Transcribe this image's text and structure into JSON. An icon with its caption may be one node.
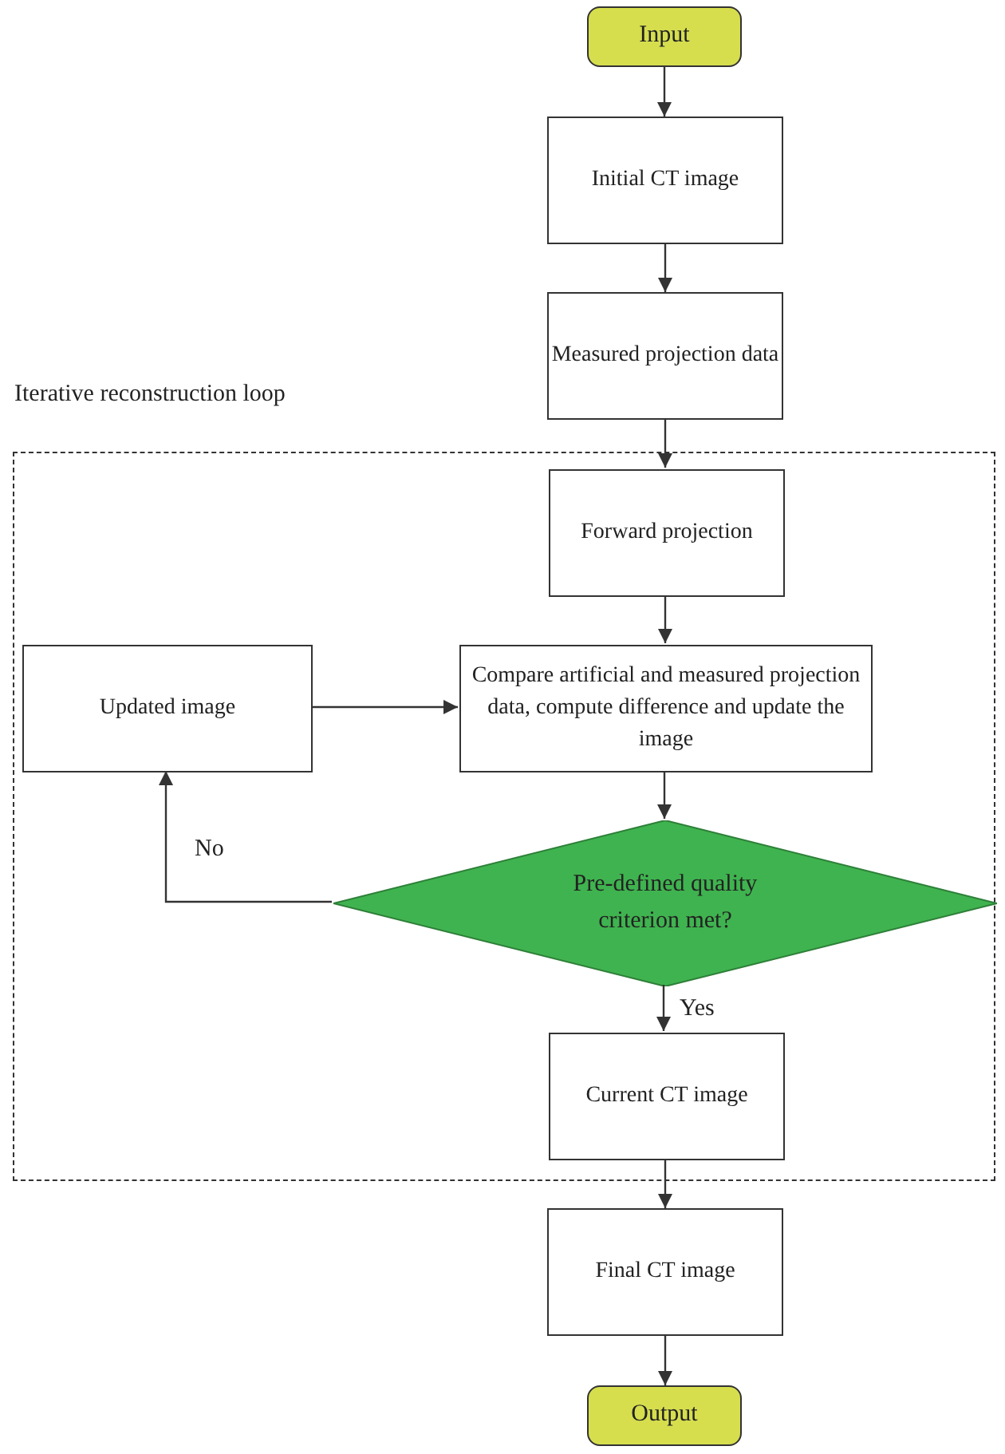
{
  "diagram": {
    "nodes": [
      {
        "text": [
          "Input"
        ]
      },
      {
        "text": [
          "Initial CT image"
        ]
      },
      {
        "text": [
          "Measured projection data"
        ]
      },
      {
        "text": [
          "Iterative reconstruction loop"
        ]
      },
      {
        "text": [
          "Forward projection"
        ],
        "in": 3
      },
      {
        "text": [
          "Compare artificial and measured projection data, compute difference and update the image"
        ],
        "in": 3
      },
      {
        "text": [
          "Updated image"
        ],
        "in": 3
      },
      {
        "text": [
          "Pre-defined quality criterion met?"
        ],
        "in": 3
      },
      {
        "text": [
          "Current CT image"
        ],
        "in": 3
      },
      {
        "text": [
          "Final CT image"
        ]
      },
      {
        "text": [
          "Output"
        ]
      }
    ],
    "edges": [
      {
        "from": 0,
        "to": 1,
        "arrow": "to"
      },
      {
        "from": 1,
        "to": 2,
        "arrow": "to"
      },
      {
        "from": 2,
        "to": 4,
        "arrow": "to"
      },
      {
        "from": 4,
        "to": 5,
        "arrow": "to"
      },
      {
        "from": 5,
        "to": 7,
        "arrow": "to"
      },
      {
        "from": 7,
        "to": 6,
        "arrow": "to",
        "label": "No"
      },
      {
        "from": 6,
        "to": 5,
        "arrow": "to"
      },
      {
        "from": 7,
        "to": 8,
        "arrow": "to",
        "label": "Yes"
      },
      {
        "from": 8,
        "to": 9,
        "arrow": "to"
      },
      {
        "from": 9,
        "to": 10,
        "arrow": "to"
      }
    ]
  }
}
